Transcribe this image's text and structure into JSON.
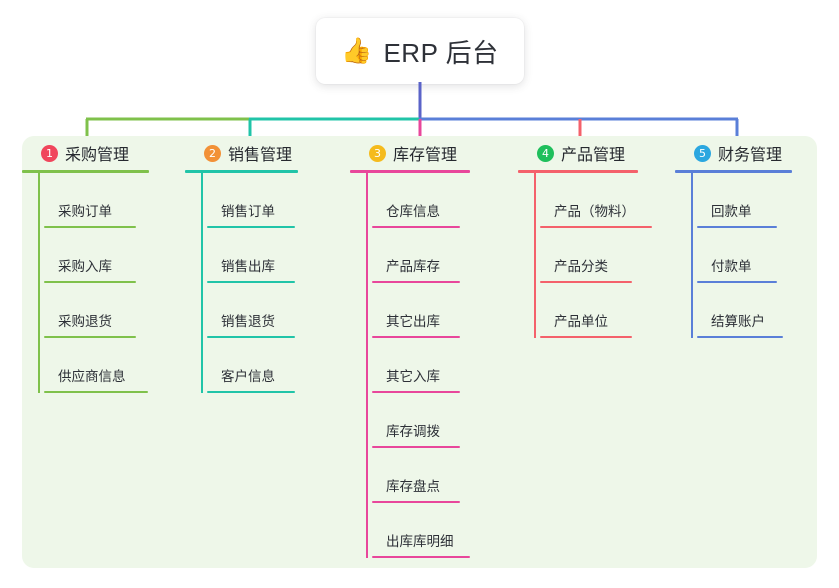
{
  "root": {
    "icon": "thumbs-up-icon",
    "emoji": "👍",
    "title": "ERP 后台"
  },
  "palette": {
    "panel_bg": "#eef7e9",
    "page_bg": "#ffffff",
    "card_bg": "#ffffff",
    "text": "#2d3037",
    "root_stem": "#5a63c8"
  },
  "columns": [
    {
      "number": "1",
      "title": "采购管理",
      "badge_color": "#f0465c",
      "line_color": "#7fc14b",
      "items": [
        {
          "label": "采购订单"
        },
        {
          "label": "采购入库"
        },
        {
          "label": "采购退货"
        },
        {
          "label": "供应商信息"
        }
      ]
    },
    {
      "number": "2",
      "title": "销售管理",
      "badge_color": "#f29137",
      "line_color": "#21c4a8",
      "items": [
        {
          "label": "销售订单"
        },
        {
          "label": "销售出库"
        },
        {
          "label": "销售退货"
        },
        {
          "label": "客户信息"
        }
      ]
    },
    {
      "number": "3",
      "title": "库存管理",
      "badge_color": "#f5bb1d",
      "line_color": "#e8479b",
      "items": [
        {
          "label": "仓库信息"
        },
        {
          "label": "产品库存"
        },
        {
          "label": "其它出库"
        },
        {
          "label": "其它入库"
        },
        {
          "label": "库存调拨"
        },
        {
          "label": "库存盘点"
        },
        {
          "label": "出库库明细"
        }
      ]
    },
    {
      "number": "4",
      "title": "产品管理",
      "badge_color": "#1fbf5c",
      "line_color": "#f4616b",
      "items": [
        {
          "label": "产品（物料）"
        },
        {
          "label": "产品分类"
        },
        {
          "label": "产品单位"
        }
      ]
    },
    {
      "number": "5",
      "title": "财务管理",
      "badge_color": "#2ba7e0",
      "line_color": "#5a7fd8",
      "items": [
        {
          "label": "回款单"
        },
        {
          "label": "付款单"
        },
        {
          "label": "结算账户"
        }
      ]
    }
  ]
}
